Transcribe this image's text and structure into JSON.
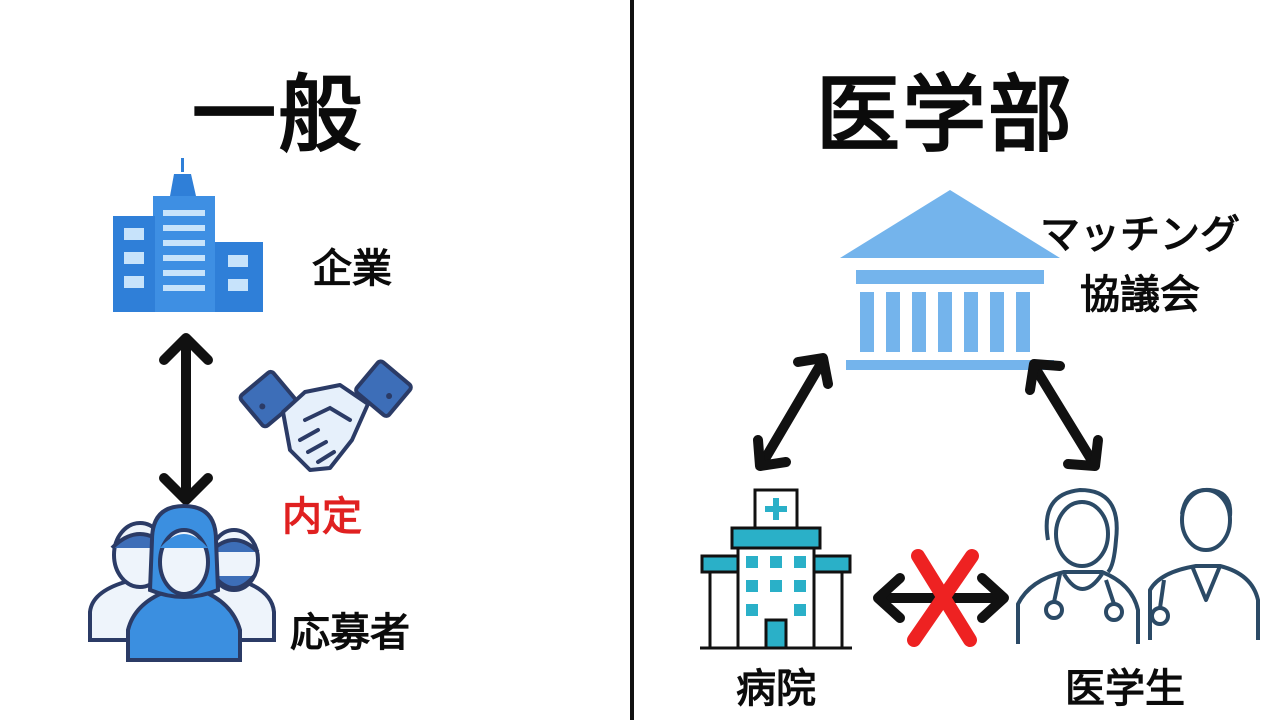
{
  "left": {
    "heading": "一般",
    "company_label": "企業",
    "offer_label": "内定",
    "applicants_label": "応募者",
    "icons": [
      "office-building-icon",
      "handshake-icon",
      "people-group-icon",
      "double-arrow-icon"
    ]
  },
  "right": {
    "heading": "医学部",
    "council_label_line1": "マッチング",
    "council_label_line2": "協議会",
    "hospital_label": "病院",
    "students_label": "医学生",
    "icons": [
      "institution-icon",
      "hospital-icon",
      "doctor-icon",
      "double-arrow-icon",
      "cross-mark-icon"
    ]
  },
  "colors": {
    "blue_icon": "#2f7fd8",
    "light_blue_icon": "#74b4ec",
    "teal_icon": "#2ab0c8",
    "offer_red": "#e02020",
    "cross_red": "#ee2222",
    "divider": "#111111"
  }
}
